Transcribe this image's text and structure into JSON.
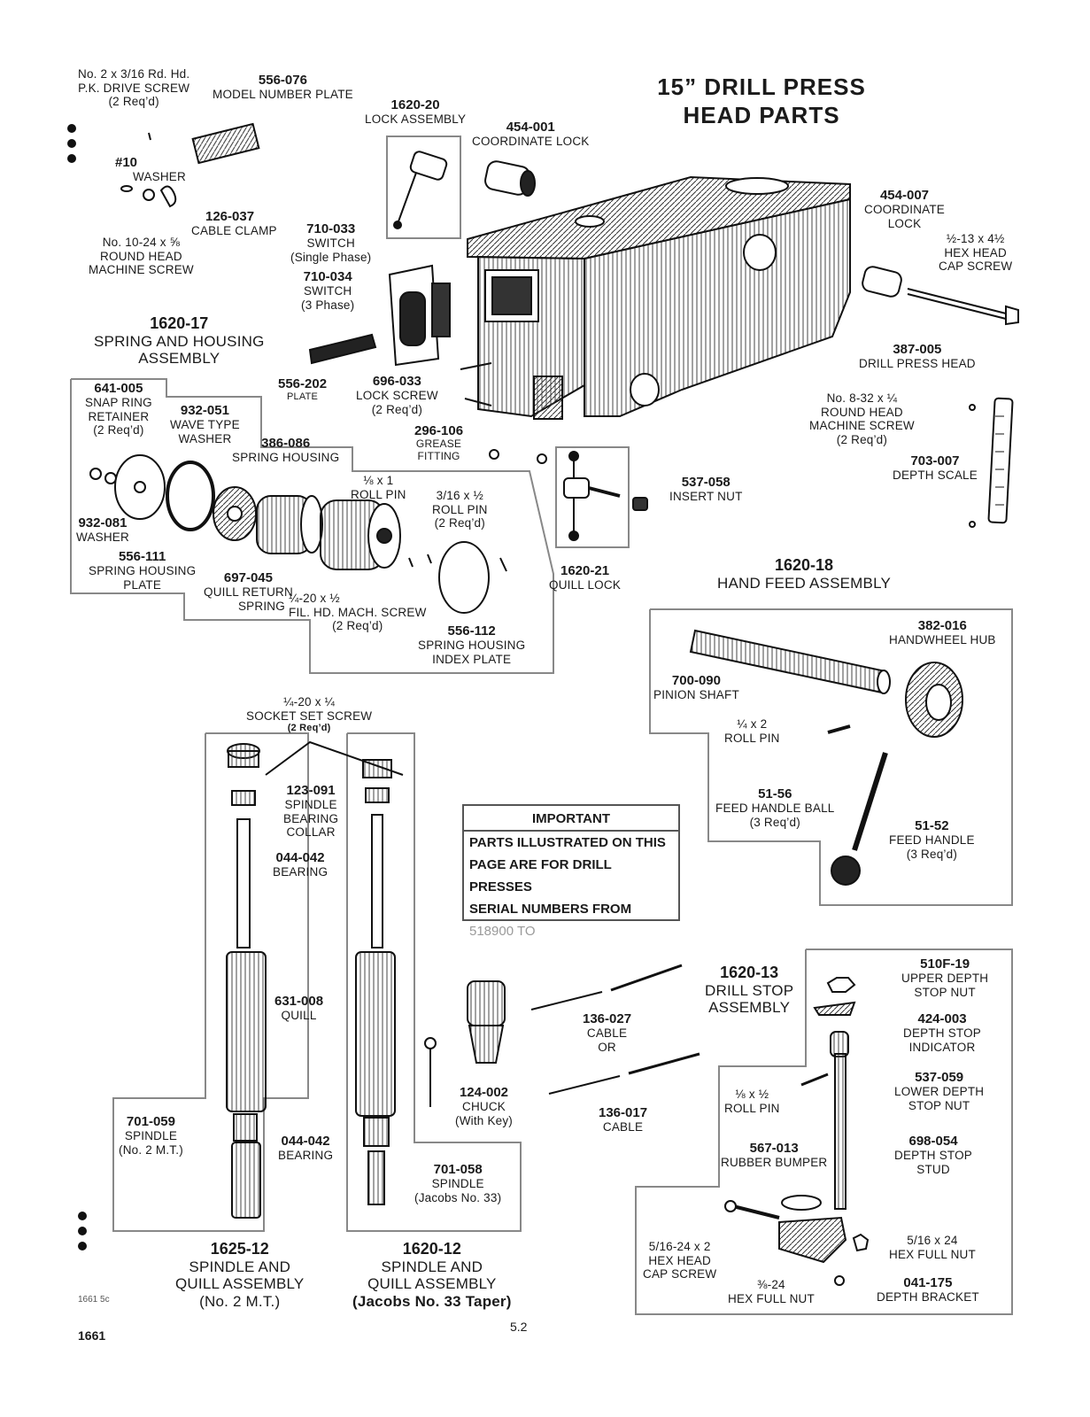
{
  "title": {
    "line1": "15” DRILL PRESS",
    "line2": "HEAD PARTS"
  },
  "labels": {
    "l_screw_pk": [
      "No. 2 x 3/16 Rd. Hd.",
      "P.K. DRIVE SCREW",
      "(2 Req’d)"
    ],
    "l_556_076": {
      "pn": "556-076",
      "d": "MODEL NUMBER PLATE"
    },
    "l_washer10": [
      "#10",
      "WASHER"
    ],
    "l_126_037": {
      "pn": "126-037",
      "d": "CABLE CLAMP"
    },
    "l_screw10": [
      "No. 10-24 x ⅝",
      "ROUND HEAD",
      "MACHINE SCREW"
    ],
    "l_1620_20": {
      "pn": "1620-20",
      "d": "LOCK ASSEMBLY"
    },
    "l_454_001": {
      "pn": "454-001",
      "d": "COORDINATE LOCK"
    },
    "l_710_033": {
      "pn": "710-033",
      "d1": "SWITCH",
      "d2": "(Single Phase)"
    },
    "l_710_034": {
      "pn": "710-034",
      "d1": "SWITCH",
      "d2": "(3 Phase)"
    },
    "l_454_007": {
      "pn": "454-007",
      "d1": "COORDINATE",
      "d2": "LOCK"
    },
    "l_capscrew": [
      "½-13 x 4½",
      "HEX HEAD",
      "CAP SCREW"
    ],
    "l_387_005": {
      "pn": "387-005",
      "d": "DRILL PRESS HEAD"
    },
    "l_1620_17": {
      "pn": "1620-17",
      "d1": "SPRING AND HOUSING",
      "d2": "ASSEMBLY"
    },
    "l_556_202": {
      "pn": "556-202",
      "d": "PLATE"
    },
    "l_696_033": {
      "pn": "696-033",
      "d1": "LOCK SCREW",
      "d2": "(2 Req’d)"
    },
    "l_641_005": {
      "pn": "641-005",
      "d1": "SNAP RING",
      "d2": "RETAINER",
      "d3": "(2 Req’d)"
    },
    "l_932_051": {
      "pn": "932-051",
      "d1": "WAVE TYPE",
      "d2": "WASHER"
    },
    "l_386_086": {
      "pn": "386-086",
      "d": "SPRING HOUSING"
    },
    "l_296_106": {
      "pn": "296-106",
      "d1": "GREASE",
      "d2": "FITTING"
    },
    "l_rollpin18": [
      "⅛ x 1",
      "ROLL PIN"
    ],
    "l_rollpin316": [
      "3/16 x ½",
      "ROLL PIN",
      "(2 Req’d)"
    ],
    "l_932_081": {
      "pn": "932-081",
      "d": "WASHER"
    },
    "l_556_111": {
      "pn": "556-111",
      "d1": "SPRING HOUSING",
      "d2": "PLATE"
    },
    "l_697_045": {
      "pn": "697-045",
      "d1": "QUILL RETURN",
      "d2": "SPRING"
    },
    "l_filhd": [
      "¼-20 x ½",
      "FIL. HD. MACH. SCREW",
      "(2 Req’d)"
    ],
    "l_556_112": {
      "pn": "556-112",
      "d1": "SPRING HOUSING",
      "d2": "INDEX PLATE"
    },
    "l_1620_21": {
      "pn": "1620-21",
      "d": "QUILL LOCK"
    },
    "l_537_058": {
      "pn": "537-058",
      "d": "INSERT NUT"
    },
    "l_screw832": [
      "No. 8-32 x ¼",
      "ROUND HEAD",
      "MACHINE SCREW",
      "(2 Req’d)"
    ],
    "l_703_007": {
      "pn": "703-007",
      "d": "DEPTH SCALE"
    },
    "l_1620_18": {
      "pn": "1620-18",
      "d": "HAND FEED ASSEMBLY"
    },
    "l_382_016": {
      "pn": "382-016",
      "d": "HANDWHEEL HUB"
    },
    "l_700_090": {
      "pn": "700-090",
      "d": "PINION SHAFT"
    },
    "l_rollpin142": [
      "¼ x 2",
      "ROLL PIN"
    ],
    "l_51_56": {
      "pn": "51-56",
      "d1": "FEED HANDLE BALL",
      "d2": "(3 Req’d)"
    },
    "l_51_52": {
      "pn": "51-52",
      "d1": "FEED HANDLE",
      "d2": "(3 Req’d)"
    },
    "l_setscrew": [
      "¼-20 x ¼",
      "SOCKET SET SCREW",
      "(2 Req’d)"
    ],
    "l_123_091": {
      "pn": "123-091",
      "d1": "SPINDLE",
      "d2": "BEARING",
      "d3": "COLLAR"
    },
    "l_044_042a": {
      "pn": "044-042",
      "d": "BEARING"
    },
    "l_631_008": {
      "pn": "631-008",
      "d": "QUILL"
    },
    "l_701_059": {
      "pn": "701-059",
      "d1": "SPINDLE",
      "d2": "(No. 2 M.T.)"
    },
    "l_044_042b": {
      "pn": "044-042",
      "d": "BEARING"
    },
    "l_701_058": {
      "pn": "701-058",
      "d1": "SPINDLE",
      "d2": "(Jacobs No. 33)"
    },
    "l_124_002": {
      "pn": "124-002",
      "d1": "CHUCK",
      "d2": "(With Key)"
    },
    "l_136_027": {
      "pn": "136-027",
      "d1": "CABLE",
      "d2": "OR"
    },
    "l_136_017": {
      "pn": "136-017",
      "d": "CABLE"
    },
    "l_1625_12": {
      "pn": "1625-12",
      "d1": "SPINDLE AND",
      "d2": "QUILL ASSEMBLY",
      "d3": "(No. 2 M.T.)"
    },
    "l_1620_12": {
      "pn": "1620-12",
      "d1": "SPINDLE AND",
      "d2": "QUILL ASSEMBLY",
      "d3": "(Jacobs No. 33 Taper)"
    },
    "l_1620_13": {
      "pn": "1620-13",
      "d1": "DRILL STOP",
      "d2": "ASSEMBLY"
    },
    "l_510f_19": {
      "pn": "510F-19",
      "d1": "UPPER DEPTH",
      "d2": "STOP NUT"
    },
    "l_424_003": {
      "pn": "424-003",
      "d1": "DEPTH STOP",
      "d2": "INDICATOR"
    },
    "l_537_059": {
      "pn": "537-059",
      "d1": "LOWER DEPTH",
      "d2": "STOP NUT"
    },
    "l_rollpin18b": [
      "⅛ x ½",
      "ROLL PIN"
    ],
    "l_698_054": {
      "pn": "698-054",
      "d1": "DEPTH STOP",
      "d2": "STUD"
    },
    "l_567_013": {
      "pn": "567-013",
      "d": "RUBBER BUMPER"
    },
    "l_capscrew516": [
      "5/16-24 x 2",
      "HEX HEAD",
      "CAP SCREW"
    ],
    "l_hexnut516": [
      "5/16 x 24",
      "HEX FULL NUT"
    ],
    "l_hexnut38": [
      "⅜-24",
      "HEX FULL NUT"
    ],
    "l_041_175": {
      "pn": "041-175",
      "d": "DEPTH BRACKET"
    }
  },
  "important": {
    "heading": "IMPORTANT",
    "lines": [
      "PARTS ILLUSTRATED ON THIS",
      "PAGE ARE FOR DRILL PRESSES",
      "SERIAL NUMBERS FROM"
    ],
    "serial": "518900 TO"
  },
  "footer": {
    "code": "1661 5c",
    "page_left": "1661",
    "page_center": "5.2"
  }
}
